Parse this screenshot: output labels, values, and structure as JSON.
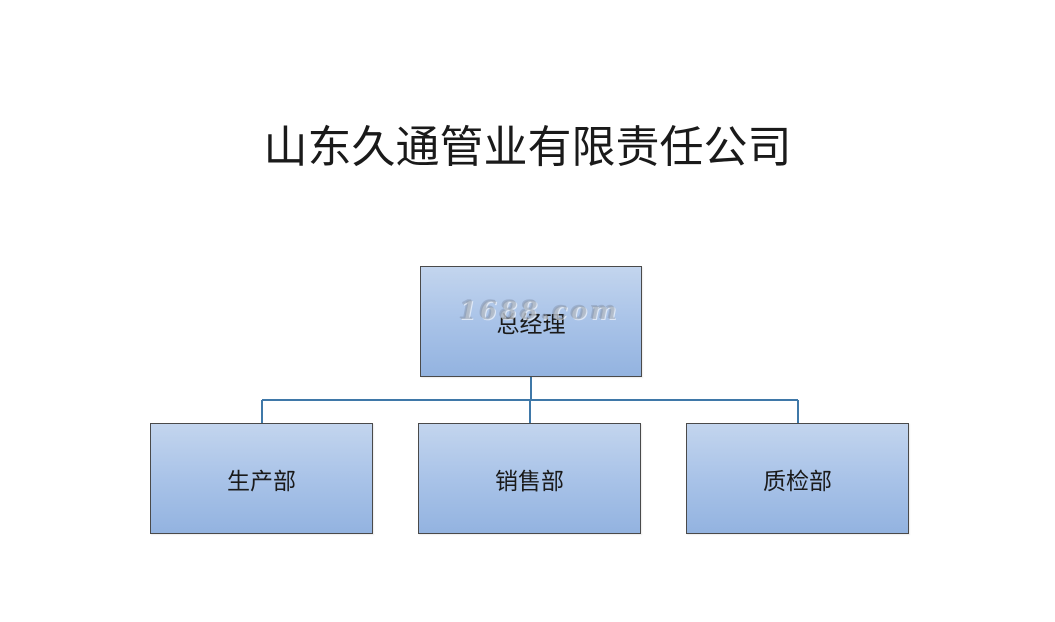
{
  "title": "山东久通管业有限责任公司",
  "watermark": "1688.com",
  "org_chart": {
    "root": {
      "label": "总经理"
    },
    "children": [
      {
        "label": "生产部"
      },
      {
        "label": "销售部"
      },
      {
        "label": "质检部"
      }
    ]
  },
  "colors": {
    "node_fill": "#a9c3e8",
    "node_border": "#4a4a4a",
    "connector": "#3f78a8"
  }
}
